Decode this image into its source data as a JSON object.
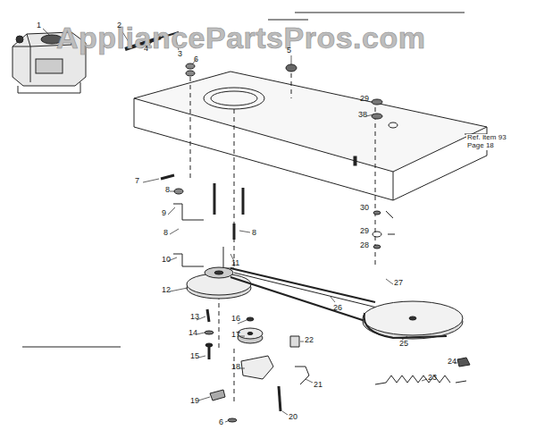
{
  "diagram": {
    "labels": [
      "AppliancePartsPros.com",
      "1",
      "2",
      "4",
      "3",
      "6",
      "5",
      "29",
      "38",
      "Ref. Item 93 Page 18",
      "7",
      "8",
      "9",
      "8",
      "8",
      "30",
      "29",
      "28",
      "10",
      "11",
      "27",
      "12",
      "26",
      "13",
      "16",
      "22",
      "14",
      "17",
      "25",
      "24",
      "15",
      "23",
      "18",
      "21",
      "19",
      "20",
      "6"
    ]
  }
}
